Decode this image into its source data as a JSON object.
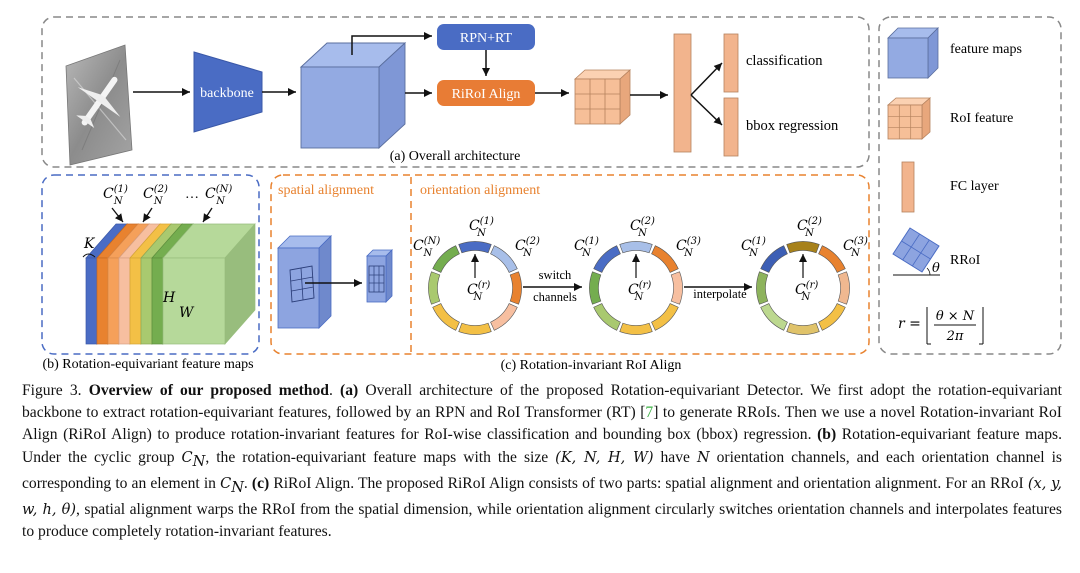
{
  "panel_a": {
    "backbone": "backbone",
    "rpn": "RPN+RT",
    "riroi": "RiRoI Align",
    "classification": "classification",
    "bbox": "bbox regression",
    "caption": "(a) Overall architecture"
  },
  "legend": {
    "feature_maps": "feature maps",
    "roi_feature": "RoI feature",
    "fc_layer": "FC layer",
    "rroi": "RRoI",
    "theta": "θ",
    "formula_lhs": "r =",
    "formula_num": "θ × N",
    "formula_den": "2π"
  },
  "panel_b": {
    "c1": "C",
    "c1_sup": "(1)",
    "c2": "C",
    "c2_sup": "(2)",
    "cn": "C",
    "cn_sup": "(N)",
    "sub": "N",
    "dots": "…",
    "k": "K",
    "h": "H",
    "w": "W",
    "caption": "(b) Rotation-equivariant feature maps"
  },
  "panel_c": {
    "spatial": "spatial alignment",
    "orientation": "orientation alignment",
    "switch1": "switch",
    "switch2": "channels",
    "interpolate": "interpolate",
    "ring1": {
      "top": "(1)",
      "left": "(N)",
      "right": "(2)",
      "center": "(r)"
    },
    "ring2": {
      "top": "(2)",
      "left": "(1)",
      "right": "(3)",
      "center": "(r)"
    },
    "ring3": {
      "top": "(2)",
      "left": "(1)",
      "right": "(3)",
      "center": "(r)"
    },
    "caption": "(c) Rotation-invariant RoI Align"
  },
  "caption": {
    "p01": "Figure 3. ",
    "b01": "Overview of our proposed method",
    "p02": ". ",
    "b02": "(a)",
    "p03": " Overall architecture of the proposed Rotation-equivariant Detector. We first adopt the rotation-equivariant backbone to extract rotation-equivariant features, followed by an RPN and RoI Transformer (RT) [",
    "cite": "7",
    "p04": "] to generate RRoIs. Then we use a novel Rotation-invariant RoI Align (RiRoI Align) to produce rotation-invariant features for RoI-wise classification and bounding box (bbox) regression. ",
    "b03": "(b)",
    "p05": " Rotation-equivariant feature maps. Under the cyclic group ",
    "m01": "C",
    "m01s": "N",
    "p06": ", the rotation-equivariant feature maps with the size ",
    "m02": "(K, N, H, W)",
    "p07": " have ",
    "m03": "N",
    "p08": " orientation channels, and each orientation channel is corresponding to an element in ",
    "m04": "C",
    "m04s": "N",
    "p09": ". ",
    "b04": "(c)",
    "p10": " RiRoI Align. The proposed RiRoI Align consists of two parts: spatial alignment and orientation alignment. For an RRoI ",
    "m05": "(x, y, w, h, θ)",
    "p11": ", spatial alignment warps the RRoI from the spatial dimension, while orientation alignment circularly switches orientation channels and interpolates features to produce completely rotation-invariant features."
  }
}
